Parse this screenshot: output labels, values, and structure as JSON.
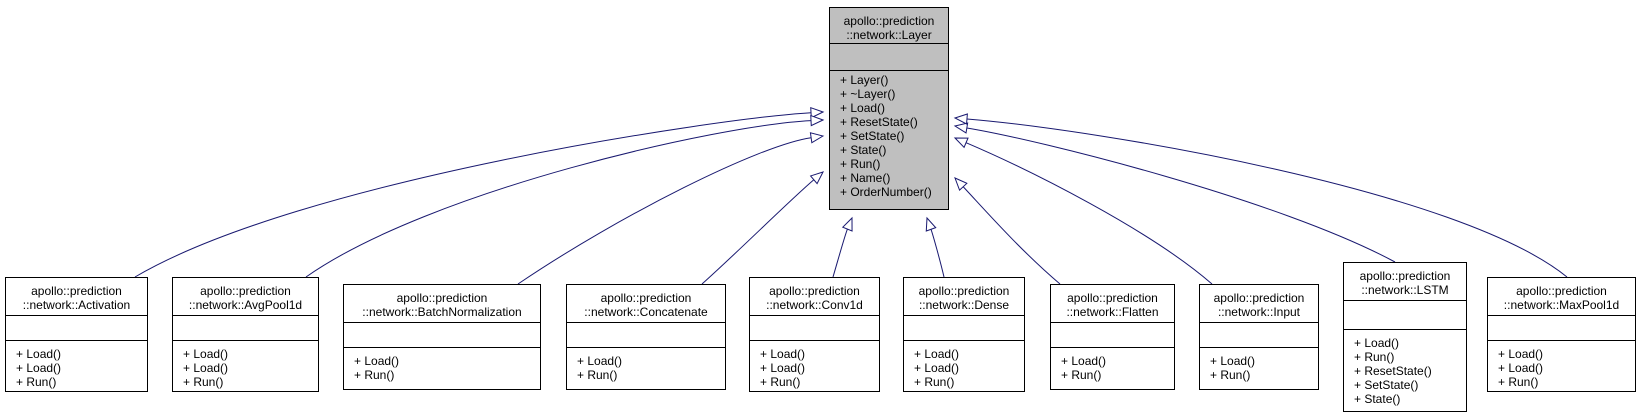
{
  "colors": {
    "edge": "#191970",
    "base_fill": "#bfbfbf",
    "derived_fill": "#ffffff",
    "border": "#000000"
  },
  "base": {
    "title_lines": [
      "apollo::prediction",
      "::network::Layer"
    ],
    "methods": [
      "+ Layer()",
      "+ ~Layer()",
      "+ Load()",
      "+ ResetState()",
      "+ SetState()",
      "+ State()",
      "+ Run()",
      "+ Name()",
      "+ OrderNumber()"
    ]
  },
  "derived": [
    {
      "id": "activation",
      "title_lines": [
        "apollo::prediction",
        "::network::Activation"
      ],
      "methods": [
        "+ Load()",
        "+ Load()",
        "+ Run()"
      ]
    },
    {
      "id": "avgpool1d",
      "title_lines": [
        "apollo::prediction",
        "::network::AvgPool1d"
      ],
      "methods": [
        "+ Load()",
        "+ Load()",
        "+ Run()"
      ]
    },
    {
      "id": "batchnormalization",
      "title_lines": [
        "apollo::prediction",
        "::network::BatchNormalization"
      ],
      "methods": [
        "+ Load()",
        "+ Run()"
      ]
    },
    {
      "id": "concatenate",
      "title_lines": [
        "apollo::prediction",
        "::network::Concatenate"
      ],
      "methods": [
        "+ Load()",
        "+ Run()"
      ]
    },
    {
      "id": "conv1d",
      "title_lines": [
        "apollo::prediction",
        "::network::Conv1d"
      ],
      "methods": [
        "+ Load()",
        "+ Load()",
        "+ Run()"
      ]
    },
    {
      "id": "dense",
      "title_lines": [
        "apollo::prediction",
        "::network::Dense"
      ],
      "methods": [
        "+ Load()",
        "+ Load()",
        "+ Run()"
      ]
    },
    {
      "id": "flatten",
      "title_lines": [
        "apollo::prediction",
        "::network::Flatten"
      ],
      "methods": [
        "+ Load()",
        "+ Run()"
      ]
    },
    {
      "id": "input",
      "title_lines": [
        "apollo::prediction",
        "::network::Input"
      ],
      "methods": [
        "+ Load()",
        "+ Run()"
      ]
    },
    {
      "id": "lstm",
      "title_lines": [
        "apollo::prediction",
        "::network::LSTM"
      ],
      "methods": [
        "+ Load()",
        "+ Run()",
        "+ ResetState()",
        "+ SetState()",
        "+ State()"
      ]
    },
    {
      "id": "maxpool1d",
      "title_lines": [
        "apollo::prediction",
        "::network::MaxPool1d"
      ],
      "methods": [
        "+ Load()",
        "+ Load()",
        "+ Run()"
      ]
    }
  ]
}
